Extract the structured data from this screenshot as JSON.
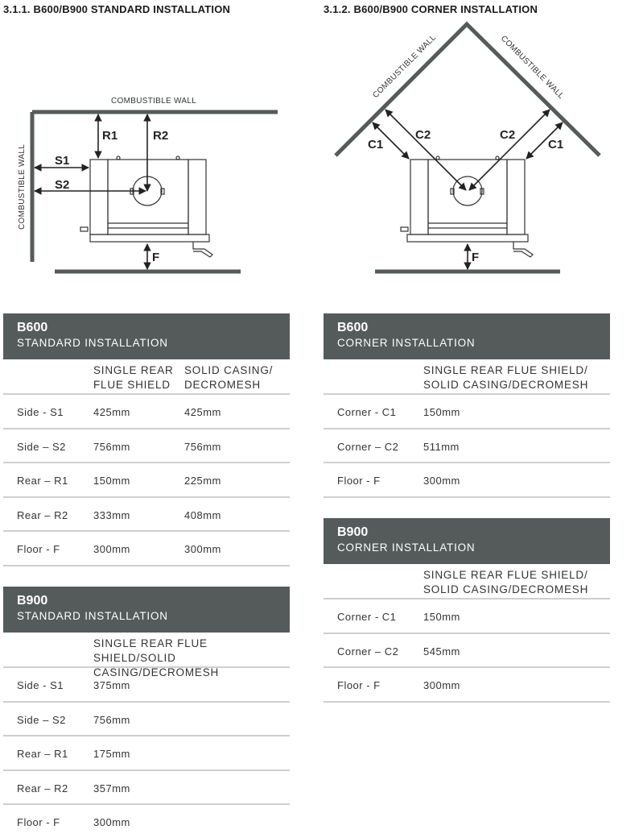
{
  "sections": {
    "standard_title": "3.1.1.  B600/B900 STANDARD INSTALLATION",
    "corner_title": "3.1.2.  B600/B900 CORNER INSTALLATION"
  },
  "diagram_standard": {
    "wall_top": "COMBUSTIBLE WALL",
    "wall_left": "COMBUSTIBLE WALL",
    "labels": {
      "r1": "R1",
      "r2": "R2",
      "s1": "S1",
      "s2": "S2",
      "f": "F"
    }
  },
  "diagram_corner": {
    "wall_left": "COMBUSTIBLE WALL",
    "wall_right": "COMBUSTIBLE WALL",
    "labels": {
      "c1_left": "C1",
      "c2_left": "C2",
      "c2_right": "C2",
      "c1_right": "C1",
      "f": "F"
    }
  },
  "tables": {
    "b600_standard": {
      "model": "B600",
      "installation": "STANDARD INSTALLATION",
      "col2": [
        "SINGLE REAR",
        "FLUE SHIELD"
      ],
      "col3": [
        "SOLID CASING/",
        "DECROMESH"
      ],
      "rows": [
        [
          "Side - S1",
          "425mm",
          "425mm"
        ],
        [
          "Side – S2",
          "756mm",
          "756mm"
        ],
        [
          "Rear – R1",
          "150mm",
          "225mm"
        ],
        [
          "Rear – R2",
          "333mm",
          "408mm"
        ],
        [
          "Floor - F",
          "300mm",
          "300mm"
        ]
      ]
    },
    "b900_standard": {
      "model": "B900",
      "installation": "STANDARD INSTALLATION",
      "col2": [
        "SINGLE REAR FLUE SHIELD/SOLID",
        "CASING/DECROMESH"
      ],
      "rows": [
        [
          "Side - S1",
          "375mm"
        ],
        [
          "Side – S2",
          "756mm"
        ],
        [
          "Rear – R1",
          "175mm"
        ],
        [
          "Rear – R2",
          "357mm"
        ],
        [
          "Floor - F",
          "300mm"
        ]
      ]
    },
    "b600_corner": {
      "model": "B600",
      "installation": "CORNER INSTALLATION",
      "col2": [
        "SINGLE REAR FLUE SHIELD/",
        "SOLID CASING/DECROMESH"
      ],
      "rows": [
        [
          "Corner - C1",
          "150mm"
        ],
        [
          "Corner – C2",
          "511mm"
        ],
        [
          "Floor - F",
          "300mm"
        ]
      ]
    },
    "b900_corner": {
      "model": "B900",
      "installation": "CORNER INSTALLATION",
      "col2": [
        "SINGLE REAR FLUE SHIELD/",
        "SOLID CASING/DECROMESH"
      ],
      "rows": [
        [
          "Corner - C1",
          "150mm"
        ],
        [
          "Corner – C2",
          "545mm"
        ],
        [
          "Floor - F",
          "300mm"
        ]
      ]
    }
  },
  "colors": {
    "header_bg": "#555b5b",
    "wall": "#555b5b",
    "rule": "#cfcfcf"
  }
}
